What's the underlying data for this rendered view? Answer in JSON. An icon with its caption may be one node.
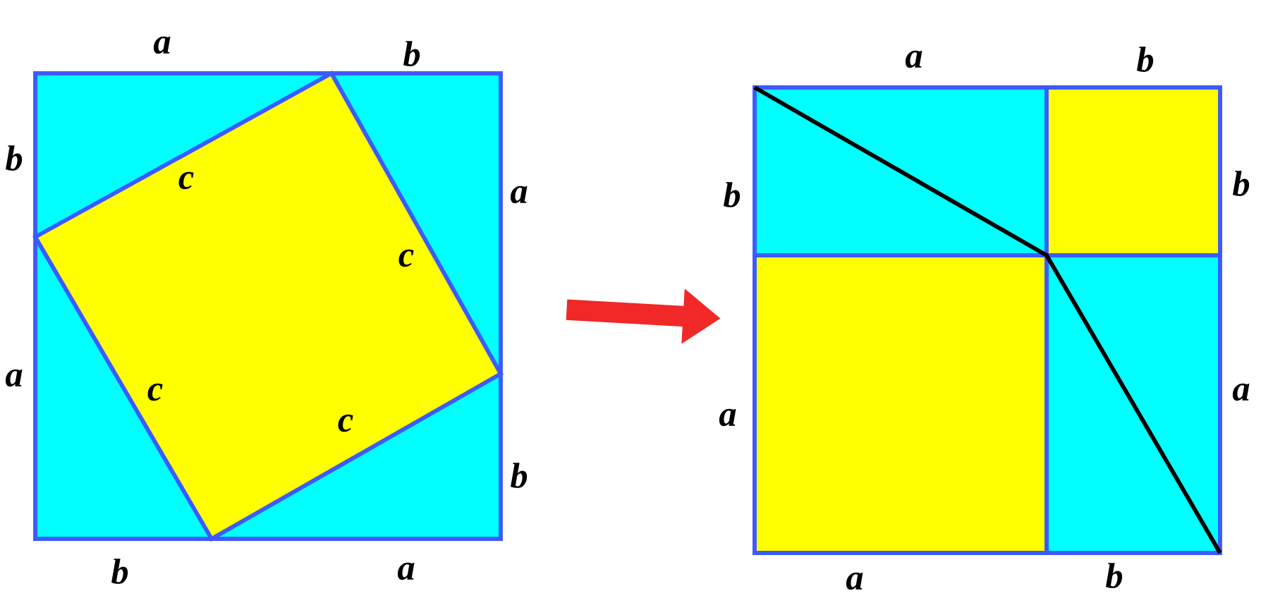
{
  "diagram": {
    "nodes": [
      {
        "text": [],
        "shape": "box"
      },
      {
        "text": [],
        "shape": "box"
      }
    ],
    "edges": [
      {
        "from": 0,
        "to": 1,
        "arrow": "to"
      }
    ],
    "labels": [
      "a",
      "b",
      "b",
      "c",
      "a",
      "c",
      "a",
      "c",
      "c",
      "b",
      "b",
      "a",
      "a",
      "b",
      "b",
      "b",
      "a",
      "a",
      "a",
      "b"
    ]
  }
}
